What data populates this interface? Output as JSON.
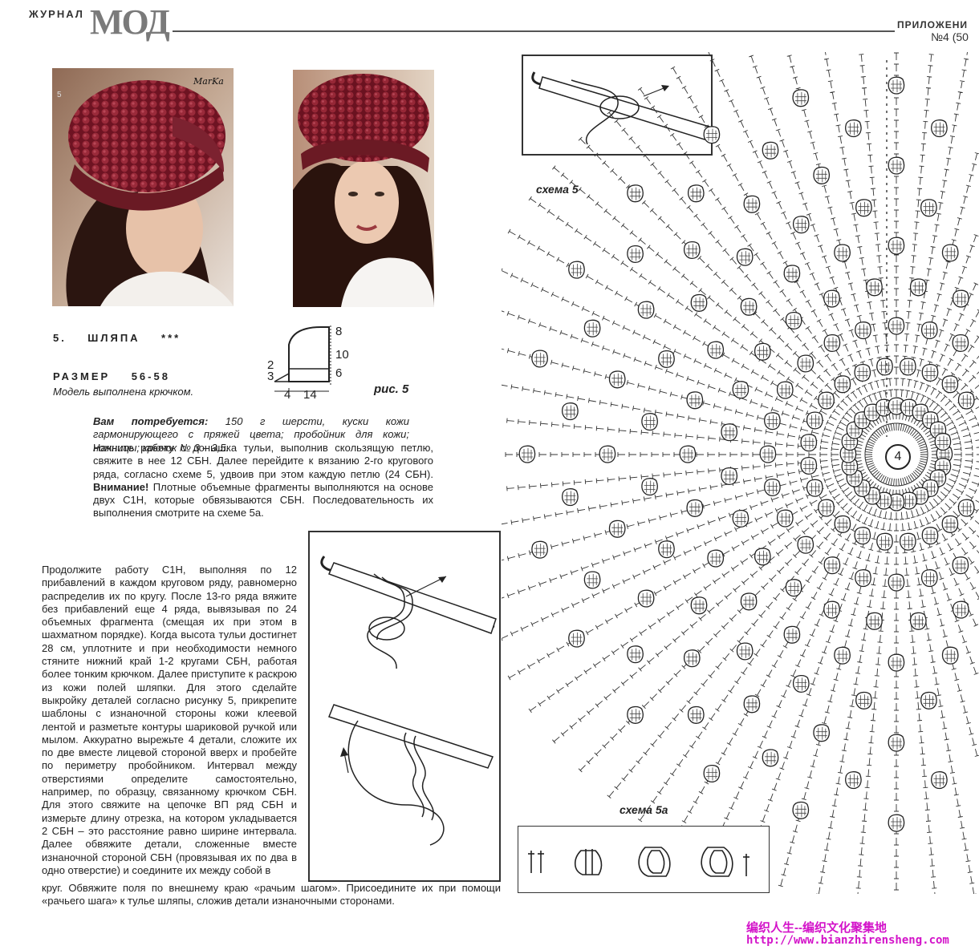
{
  "header": {
    "magazine_prefix": "ЖУРНАЛ",
    "magazine_logo": "МОД",
    "section": "ПРИЛОЖЕНИ",
    "issue": "№4 (50"
  },
  "photos": {
    "left_number": "5",
    "left_watermark": "MarKa"
  },
  "project": {
    "number": "5.",
    "name": "ШЛЯПА",
    "stars": "***",
    "size_label": "РАЗМЕР",
    "size_value": "56-58",
    "subtitle": "Модель выполнена крючком."
  },
  "figure5": {
    "caption": "рис. 5",
    "dims": {
      "top": "8",
      "mid": "10",
      "bottom": "6",
      "left_a": "2",
      "left_b": "3",
      "base_a": "4",
      "base_b": "14"
    }
  },
  "text": {
    "materials_label": "Вам потребуется:",
    "materials_rest": " 150 г шерсти, куски кожи гармонирующего с пряжей цвета; пробойник для кожи; ножницы; крючок № 3 – 3,5.",
    "para1_a": "Начните работу с донышка тульи, выполнив скользящую петлю, свяжите в нее 12 СБН. Далее перейдите к вязанию 2-го кругового ряда, согласно схеме 5, удвоив при этом каждую петлю (24 СБН). ",
    "para1_attention": "Внимание!",
    "para1_b": " Плотные объемные фрагменты выполняются на основе двух С1Н, которые обвязываются СБН. Последовательность их выполнения смотрите на схеме 5а.",
    "para2": "Продолжите работу С1Н, выполняя по 12 прибавлений в каждом круговом ряду, равномерно распределив их по кругу. После 13-го ряда вяжите без прибавлений еще 4 ряда, вывязывая по 24 объемных фрагмента (смещая их при этом в шахматном порядке). Когда высота тульи достигнет 28 см, уплотните и при необходимости немного стяните нижний край 1-2 кругами СБН, работая более тонким крючком. Далее приступите к раскрою из кожи полей шляпки. Для этого сделайте выкройку деталей согласно рисунку 5, прикрепите шаблоны с изнаночной стороны кожи клеевой лентой и разметьте контуры шариковой ручкой или мылом. Аккуратно вырежьте 4 детали, сложите их по две вместе лицевой стороной вверх и пробейте по периметру пробойником. Интервал между отверстиями определите самостоятельно, например, по образцу, связанному крючком СБН. Для этого свяжите на цепочке ВП ряд СБН и измерьте длину отрезка, на котором укладывается 2 СБН – это расстояние равно ширине интервала. Далее обвяжите детали, сложенные вместе изнаночной стороной СБН (провязывая их по два в одно отверстие) и соедините их между собой в",
    "para2_last": "круг. Обвяжите поля по внешнему краю «рачьим шагом». Присоедините их при помощи «рачьего шага» к тулье шляпы, сложив детали изнаночными сторонами."
  },
  "schemes": {
    "scheme5_label": "схема 5",
    "scheme5a_label": "схема 5а",
    "center_number": "4"
  },
  "watermark": {
    "cn": "编织人生--编织文化聚集地",
    "url": "http://www.bianzhirensheng.com"
  }
}
